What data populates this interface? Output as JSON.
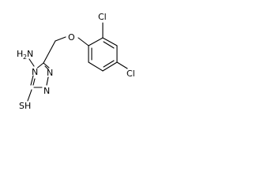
{
  "molecule": {
    "labels": {
      "cl_top": "Cl",
      "cl_right": "Cl",
      "o_ether": "O",
      "n_amino_h": "H",
      "n_amino_sub": "2",
      "n_amino_n": "N",
      "n_ring4": "N",
      "n_ring1": "N",
      "n_ring2": "N",
      "sh": "SH"
    }
  }
}
